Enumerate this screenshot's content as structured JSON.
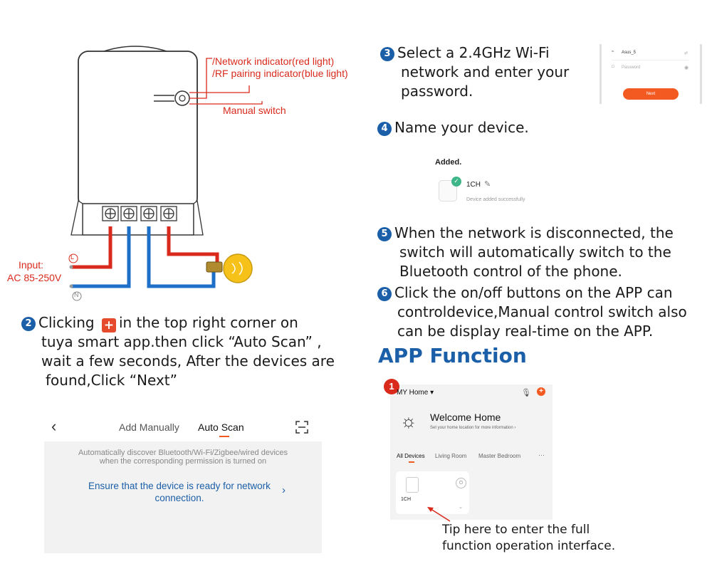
{
  "diagram": {
    "indicator_label_1": "/Network indicator(red light)",
    "indicator_label_2": "/RF pairing indicator(blue light)",
    "manual_switch_label": "Manual switch",
    "input_label": "Input:",
    "voltage_label": "AC 85-250V",
    "live_symbol": "L",
    "neutral_symbol": "N"
  },
  "step2": {
    "number": "2",
    "text_before_icon": "Clicking",
    "text_after_icon": "in the top right corner on",
    "line2": "tuya smart app.then click “Auto Scan” ,",
    "line3": "wait a few seconds, After the devices are",
    "line4": "found,Click “Next”"
  },
  "scan_screen": {
    "back_icon": "chevron-left-icon",
    "tab_manual": "Add Manually",
    "tab_auto": "Auto Scan",
    "scan_icon": "scan-icon",
    "info_line1": "Automatically discover Bluetooth/Wi-Fi/Zigbee/wired devices",
    "info_line2": "when the corresponding permission is turned on",
    "link_line1": "Ensure that the device is ready for network",
    "link_line2": "connection.",
    "link_color": "#1b5fa8"
  },
  "step3": {
    "number": "3",
    "line1": "Select a 2.4GHz Wi-Fi",
    "line2": "network and enter your",
    "line3": "password."
  },
  "wifi_screen": {
    "ssid": "Asus_5",
    "password_placeholder": "Password",
    "next_button": "Next",
    "button_color": "#f25a22"
  },
  "step4": {
    "number": "4",
    "text": "Name your device."
  },
  "added_screen": {
    "title": "Added.",
    "device_name": "1CH",
    "status": "Device added successfully"
  },
  "step5": {
    "number": "5",
    "line1": "When the network is disconnected, the",
    "line2": "switch will automatically switch to the",
    "line3": "Bluetooth control of the phone."
  },
  "step6": {
    "number": "6",
    "line1": "Click the on/off buttons on the APP can",
    "line2": "controldevice,Manual control switch also",
    "line3": "can be display real-time on the APP."
  },
  "app_function": {
    "heading": "APP Function",
    "marker": "1",
    "home_title": "MY Home",
    "welcome": "Welcome Home",
    "welcome_sub": "Set your home location for more information",
    "tabs": [
      "All Devices",
      "Living Room",
      "Master Bedroom"
    ],
    "more": "···",
    "device_name": "1CH",
    "tip_line1": "Tip here to enter the full",
    "tip_line2": "function operation interface.",
    "accent_color": "#f25a22"
  }
}
